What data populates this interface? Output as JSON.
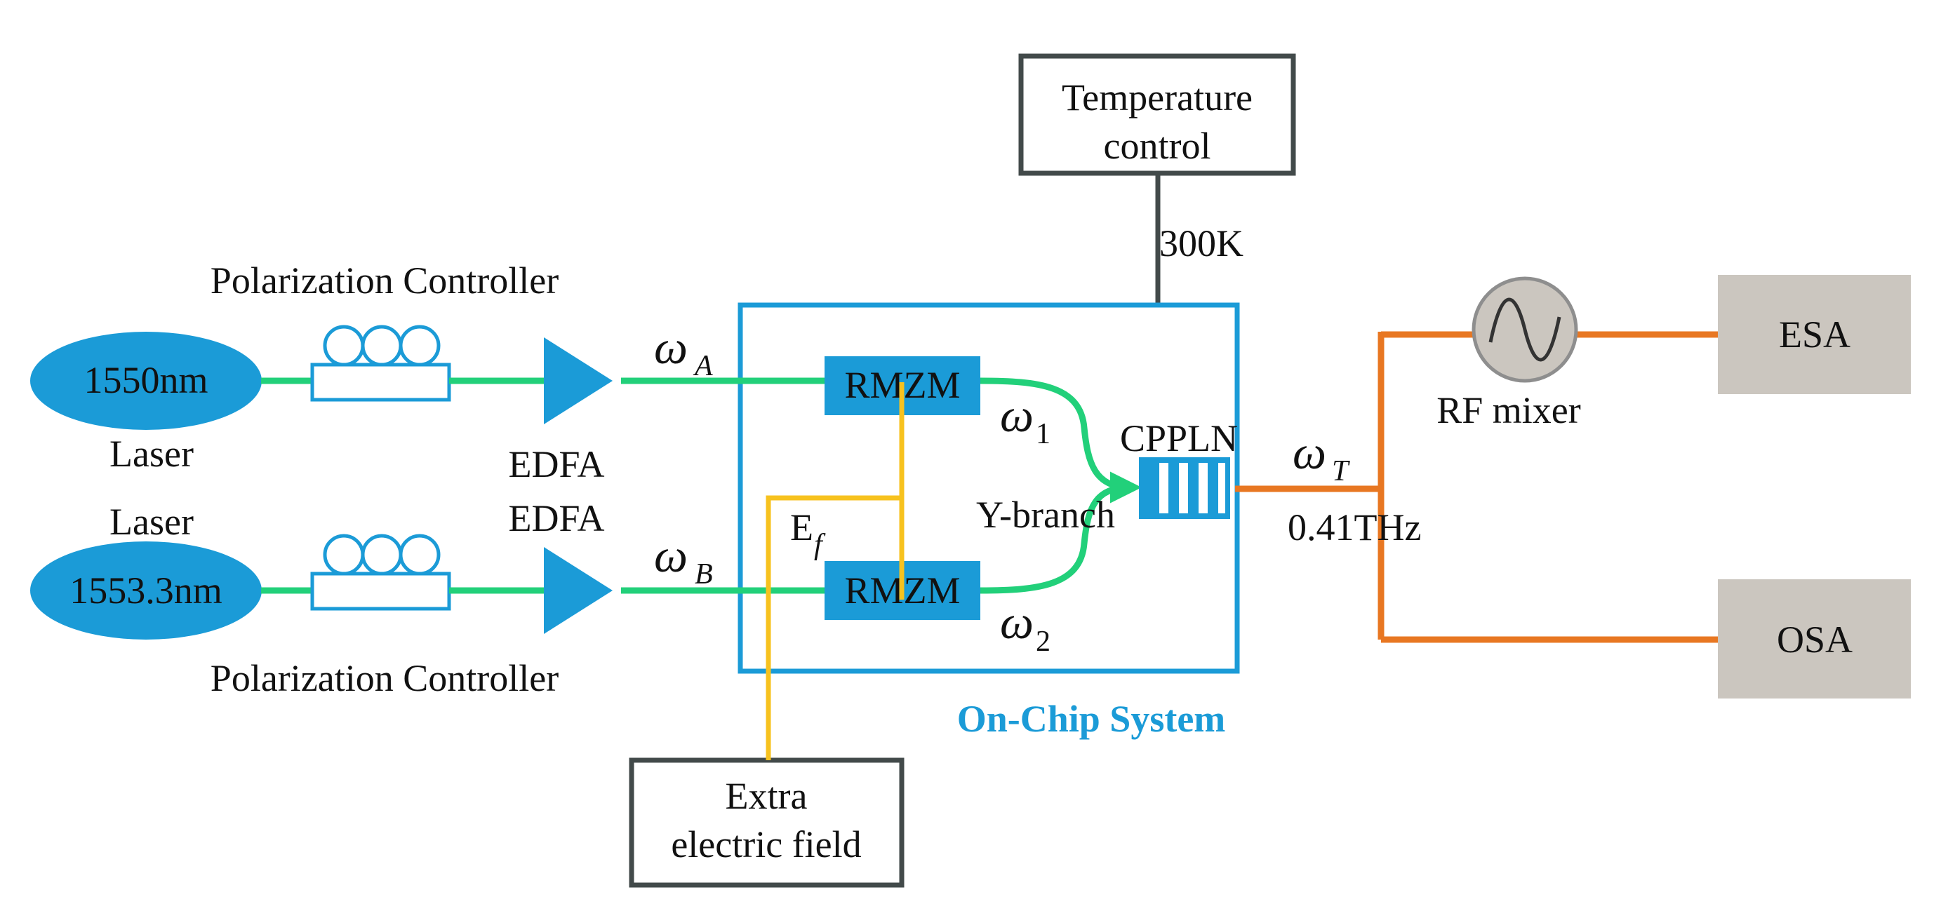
{
  "lasers": [
    {
      "label": "1550nm",
      "caption": "Laser"
    },
    {
      "label": "1553.3nm",
      "caption": "Laser"
    }
  ],
  "polarization_controller": [
    "Polarization Controller",
    "Polarization Controller"
  ],
  "edfa": [
    "EDFA",
    "EDFA"
  ],
  "omega_a": {
    "symbol": "ω",
    "sub": "A"
  },
  "omega_b": {
    "symbol": "ω",
    "sub": "B"
  },
  "omega_1": {
    "symbol": "ω",
    "sub": "1"
  },
  "omega_2": {
    "symbol": "ω",
    "sub": "2"
  },
  "omega_t": {
    "symbol": "ω",
    "sub": "T"
  },
  "rmzm": [
    "RMZM",
    "RMZM"
  ],
  "ef": {
    "symbol": "E",
    "sub": "f"
  },
  "y_branch": "Y-branch",
  "cppln": "CPPLN",
  "frequency": "0.41THz",
  "temperature_control": [
    "Temperature",
    "control"
  ],
  "temperature_value": "300K",
  "on_chip_system": "On-Chip System",
  "extra_field": [
    "Extra",
    "electric field"
  ],
  "rf_mixer": "RF mixer",
  "esa": "ESA",
  "osa": "OSA",
  "colors": {
    "laser_blue": "#1b9bd7",
    "fiber_green": "#22d07a",
    "electrical_orange": "#e87722",
    "electric_field_yellow": "#f7c21e",
    "instrument_gray": "#cbc6bf",
    "border_dark": "#424a4a"
  }
}
